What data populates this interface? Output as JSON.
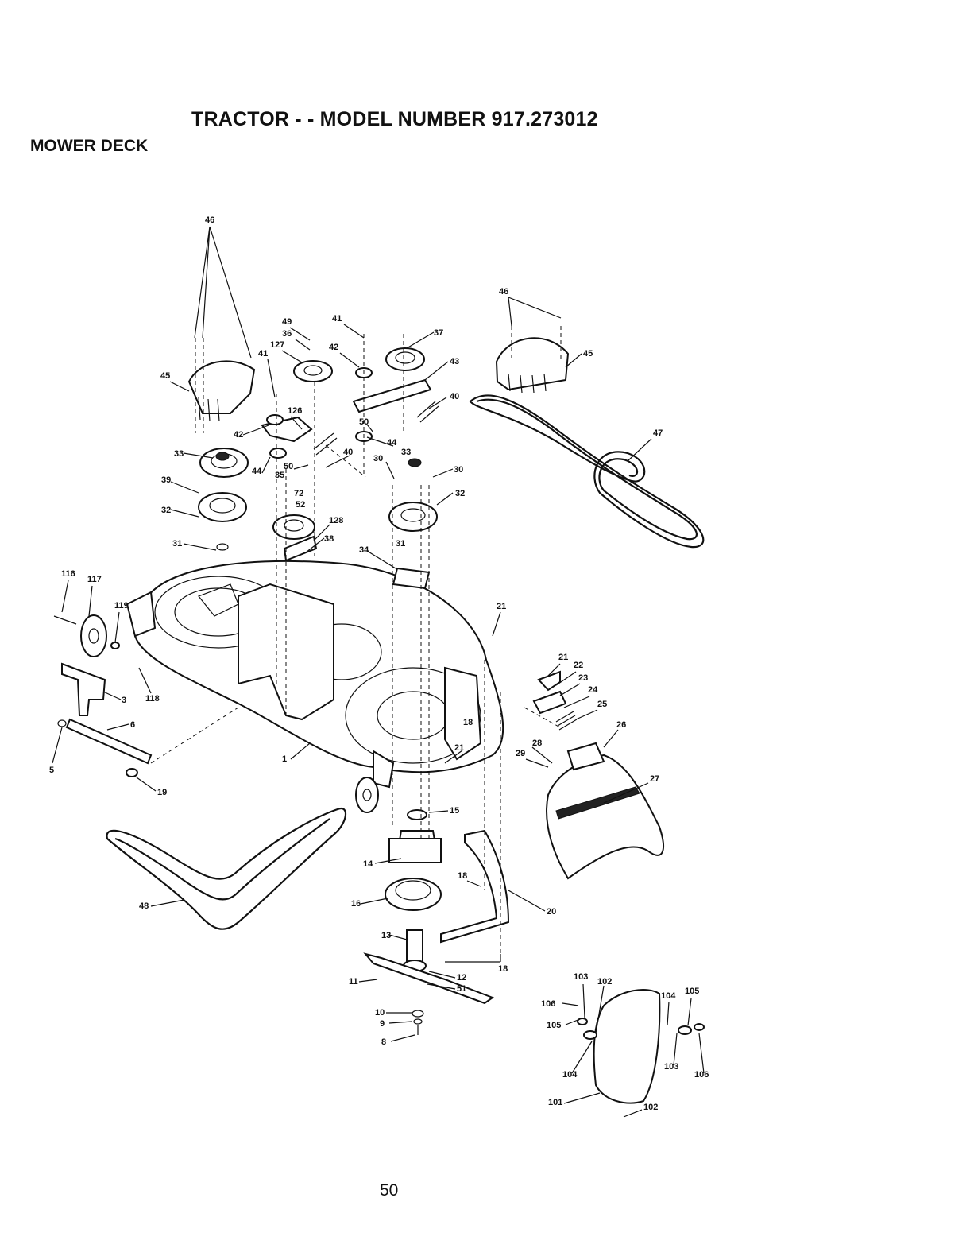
{
  "header": {
    "title": "TRACTOR - - MODEL NUMBER 917.273012",
    "section": "MOWER DECK"
  },
  "footer": {
    "page_number": "50"
  },
  "callouts": [
    "46",
    "49",
    "36",
    "127",
    "41",
    "42",
    "37",
    "43",
    "46",
    "45",
    "41",
    "45",
    "126",
    "40",
    "47",
    "50",
    "44",
    "33",
    "30",
    "42",
    "33",
    "40",
    "39",
    "50",
    "35",
    "30",
    "44",
    "72",
    "52",
    "32",
    "32",
    "128",
    "38",
    "31",
    "34",
    "31",
    "116",
    "117",
    "119",
    "21",
    "21",
    "22",
    "23",
    "3",
    "118",
    "24",
    "25",
    "6",
    "18",
    "26",
    "21",
    "28",
    "29",
    "1",
    "27",
    "5",
    "19",
    "15",
    "14",
    "18",
    "20",
    "16",
    "48",
    "13",
    "18",
    "11",
    "12",
    "51",
    "103",
    "102",
    "104",
    "105",
    "106",
    "105",
    "10",
    "9",
    "8",
    "104",
    "103",
    "106",
    "101",
    "102"
  ]
}
